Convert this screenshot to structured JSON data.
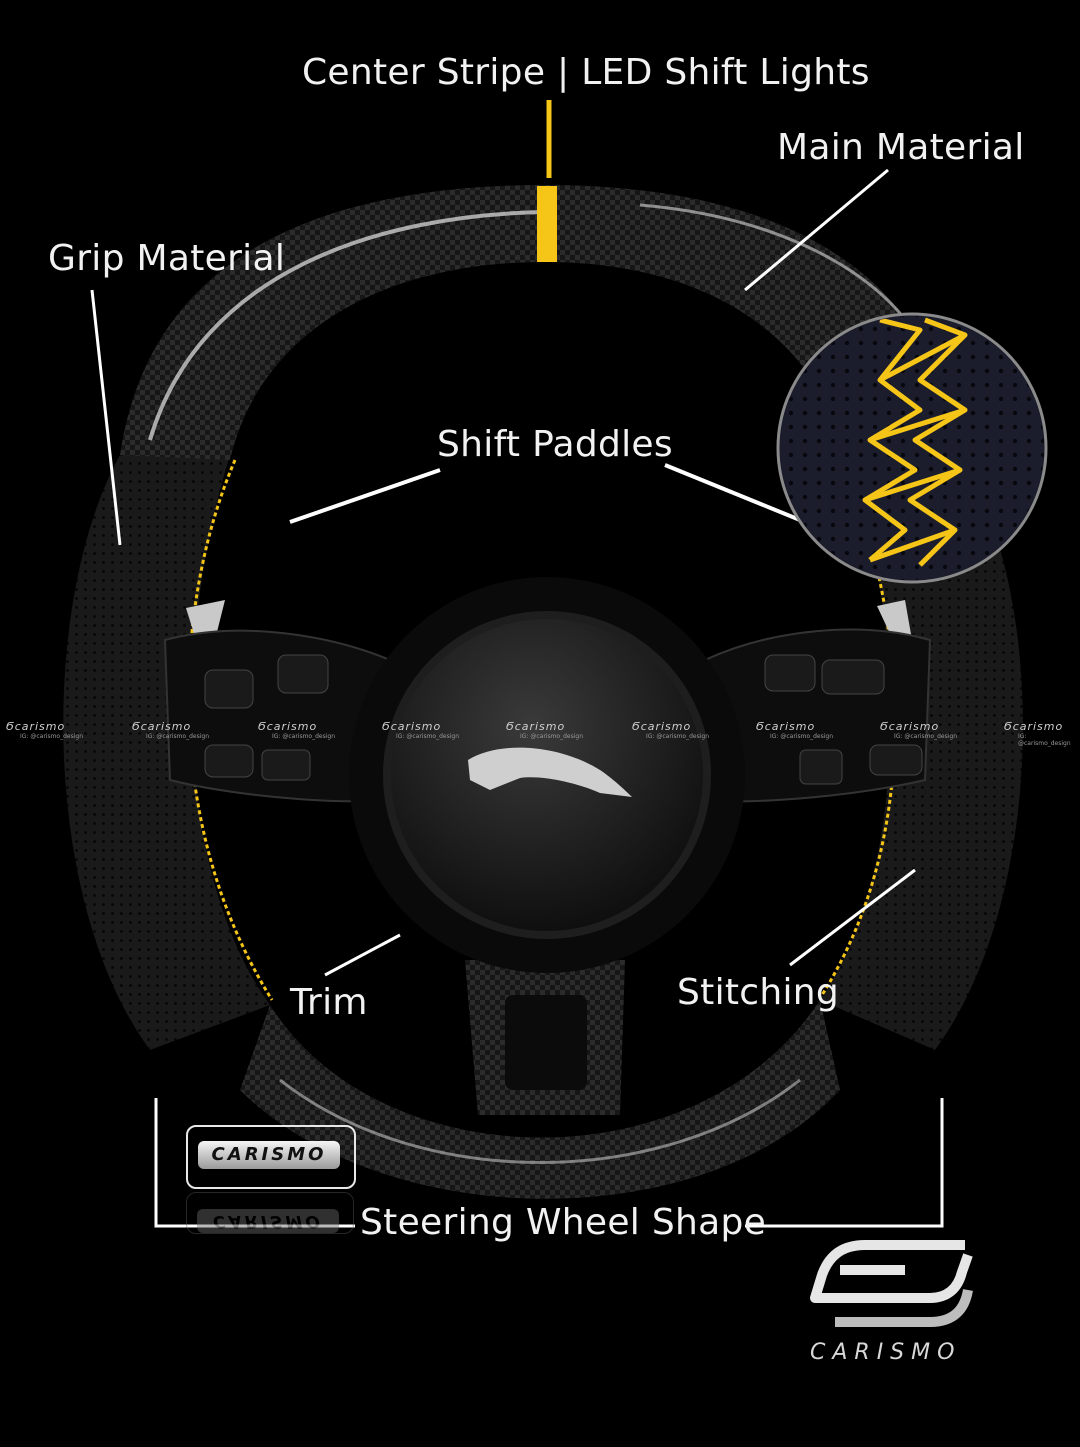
{
  "labels": {
    "center_stripe": "Center Stripe | LED Shift Lights",
    "main_material": "Main Material",
    "grip_material": "Grip Material",
    "shift_paddles": "Shift Paddles",
    "trim": "Trim",
    "stitching": "Stitching",
    "wheel_shape": "Steering Wheel Shape"
  },
  "watermark": {
    "brand": "Ϭcarismo",
    "handle": "IG: @carismo_design"
  },
  "badge": {
    "text": "CARISMO"
  },
  "logo": {
    "wordmark": "CARISMO"
  },
  "colors": {
    "accent": "#f5c518",
    "background": "#000000"
  }
}
